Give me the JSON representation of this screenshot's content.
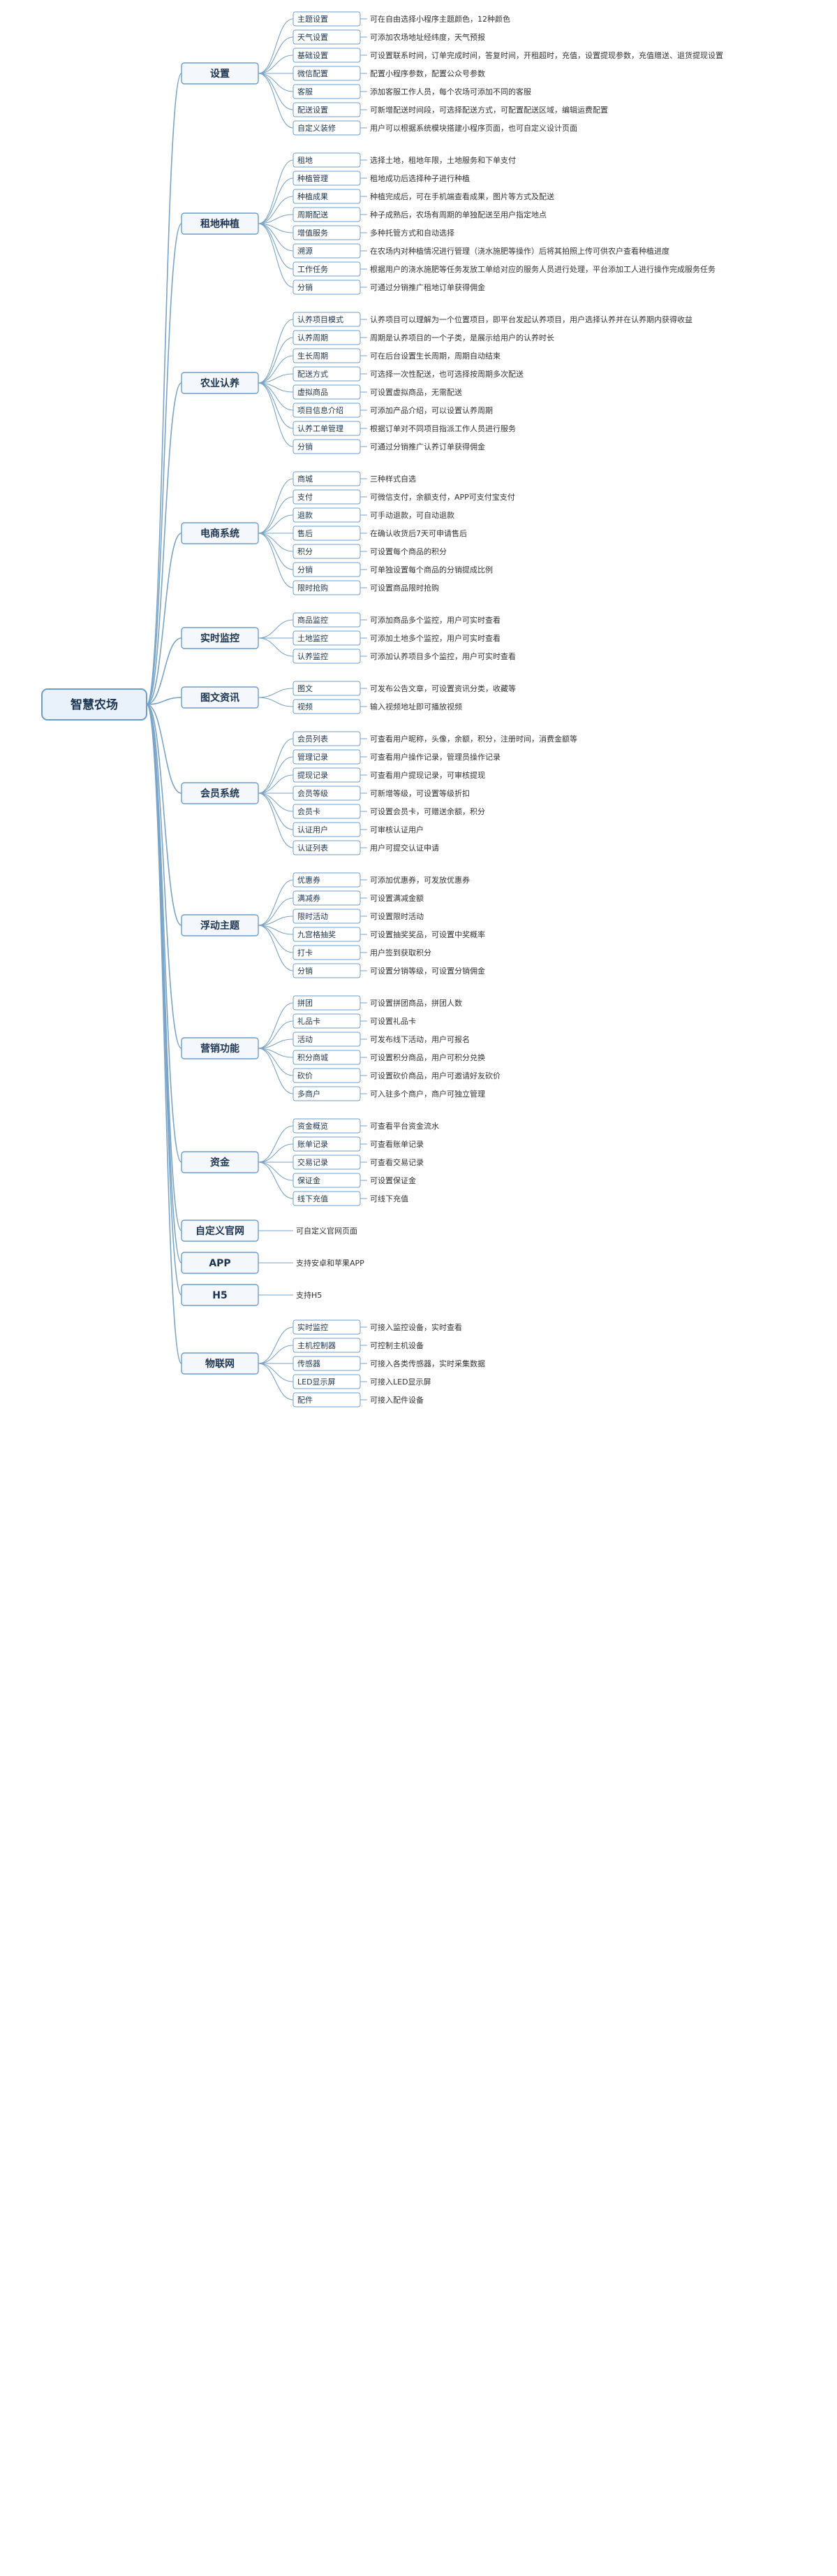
{
  "mindmap": {
    "root": "智慧农场",
    "branches": [
      {
        "label": "设置",
        "items": [
          {
            "label": "主题设置",
            "desc": "可在自由选择小程序主题颜色，12种颜色"
          },
          {
            "label": "天气设置",
            "desc": "可添加农场地址经纬度，天气预报"
          },
          {
            "label": "基础设置",
            "desc": "可设置联系时间，订单完成时间，答复时间，开租超时，充值，设置提现参数，充值赠送、退货提现设置"
          },
          {
            "label": "微信配置",
            "desc": "配置小程序参数，配置公众号参数"
          },
          {
            "label": "客服",
            "desc": "添加客服工作人员，每个农场可添加不同的客服"
          },
          {
            "label": "配送设置",
            "desc": "可新增配送时间段，可选择配送方式，可配置配送区域，编辑运费配置"
          },
          {
            "label": "自定义装修",
            "desc": "用户可以根据系统模块搭建小程序页面，也可自定义设计页面"
          }
        ]
      },
      {
        "label": "租地种植",
        "items": [
          {
            "label": "租地",
            "desc": "选择土地，租地年限，土地服务和下单支付"
          },
          {
            "label": "种植管理",
            "desc": "租地成功后选择种子进行种植"
          },
          {
            "label": "种植成果",
            "desc": "种植完成后，可在手机端查看成果，图片等方式及配送"
          },
          {
            "label": "周期配送",
            "desc": "种子成熟后，农场有周期的单独配送至用户指定地点"
          },
          {
            "label": "增值服务",
            "desc": "多种托管方式和自动选择"
          },
          {
            "label": "溯源",
            "desc": "在农场内对种植情况进行管理（浇水施肥等操作）后将其拍照上传可供农户查看种植进度"
          },
          {
            "label": "工作任务",
            "desc": "根据用户的浇水施肥等任务发放工单给对应的服务人员进行处理，平台添加工人进行操作完成服务任务"
          },
          {
            "label": "分销",
            "desc": "可通过分销推广租地订单获得佣金"
          }
        ]
      },
      {
        "label": "农业认养",
        "items": [
          {
            "label": "认养项目模式",
            "desc": "认养项目可以理解为一个位置项目，即平台发起认养项目，用户选择认养并在认养期内获得收益"
          },
          {
            "label": "认养周期",
            "desc": "周期是认养项目的一个子类，是展示给用户的认养时长"
          },
          {
            "label": "生长周期",
            "desc": "可在后台设置生长周期，周期自动结束"
          },
          {
            "label": "配送方式",
            "desc": "可选择一次性配送，也可选择按周期多次配送"
          },
          {
            "label": "虚拟商品",
            "desc": "可设置虚拟商品，无需配送"
          },
          {
            "label": "项目信息介绍",
            "desc": "可添加产品介绍，可以设置认养周期"
          },
          {
            "label": "认养工单管理",
            "desc": "根据订单对不同项目指派工作人员进行服务"
          },
          {
            "label": "分销",
            "desc": "可通过分销推广认养订单获得佣金"
          }
        ]
      },
      {
        "label": "电商系统",
        "items": [
          {
            "label": "商城",
            "desc": "三种样式自选"
          },
          {
            "label": "支付",
            "desc": "可微信支付，余额支付，APP可支付宝支付"
          },
          {
            "label": "退款",
            "desc": "可手动退款，可自动退款"
          },
          {
            "label": "售后",
            "desc": "在确认收货后7天可申请售后"
          },
          {
            "label": "积分",
            "desc": "可设置每个商品的积分"
          },
          {
            "label": "分销",
            "desc": "可单独设置每个商品的分销提成比例"
          },
          {
            "label": "限时抢购",
            "desc": "可设置商品限时抢购"
          }
        ]
      },
      {
        "label": "实时监控",
        "items": [
          {
            "label": "商品监控",
            "desc": "可添加商品多个监控，用户可实时查看"
          },
          {
            "label": "土地监控",
            "desc": "可添加土地多个监控，用户可实时查看"
          },
          {
            "label": "认养监控",
            "desc": "可添加认养项目多个监控，用户可实时查看"
          }
        ]
      },
      {
        "label": "图文资讯",
        "items": [
          {
            "label": "图文",
            "desc": "可发布公告文章，可设置资讯分类，收藏等"
          },
          {
            "label": "视频",
            "desc": "输入视频地址即可播放视频"
          }
        ]
      },
      {
        "label": "会员系统",
        "items": [
          {
            "label": "会员列表",
            "desc": "可查看用户昵称，头像，余额，积分，注册时间，消费金额等"
          },
          {
            "label": "管理记录",
            "desc": "可查看用户操作记录，管理员操作记录"
          },
          {
            "label": "提现记录",
            "desc": "可查看用户提现记录，可审核提现"
          },
          {
            "label": "会员等级",
            "desc": "可新增等级，可设置等级折扣"
          },
          {
            "label": "会员卡",
            "desc": "可设置会员卡，可赠送余额，积分"
          },
          {
            "label": "认证用户",
            "desc": "可审核认证用户"
          },
          {
            "label": "认证列表",
            "desc": "用户可提交认证申请"
          }
        ]
      },
      {
        "label": "浮动主题",
        "items": [
          {
            "label": "优惠券",
            "desc": "可添加优惠券，可发放优惠券"
          },
          {
            "label": "满减券",
            "desc": "可设置满减金额"
          },
          {
            "label": "限时活动",
            "desc": "可设置限时活动"
          },
          {
            "label": "九宫格抽奖",
            "desc": "可设置抽奖奖品，可设置中奖概率"
          },
          {
            "label": "打卡",
            "desc": "用户签到获取积分"
          },
          {
            "label": "分销",
            "desc": "可设置分销等级，可设置分销佣金"
          }
        ]
      },
      {
        "label": "营销功能",
        "items": [
          {
            "label": "拼团",
            "desc": "可设置拼团商品，拼团人数"
          },
          {
            "label": "礼品卡",
            "desc": "可设置礼品卡"
          },
          {
            "label": "活动",
            "desc": "可发布线下活动，用户可报名"
          },
          {
            "label": "积分商城",
            "desc": "可设置积分商品，用户可积分兑换"
          },
          {
            "label": "砍价",
            "desc": "可设置砍价商品，用户可邀请好友砍价"
          },
          {
            "label": "多商户",
            "desc": "可入驻多个商户，商户可独立管理"
          }
        ]
      },
      {
        "label": "资金",
        "items": [
          {
            "label": "资金概览",
            "desc": "可查看平台资金流水"
          },
          {
            "label": "账单记录",
            "desc": "可查看账单记录"
          },
          {
            "label": "交易记录",
            "desc": "可查看交易记录"
          },
          {
            "label": "保证金",
            "desc": "可设置保证金"
          },
          {
            "label": "线下充值",
            "desc": "可线下充值"
          }
        ]
      },
      {
        "label": "自定义官网",
        "items": [
          {
            "label": "",
            "desc": "可自定义官网页面"
          }
        ]
      },
      {
        "label": "APP",
        "items": [
          {
            "label": "",
            "desc": "支持安卓和苹果APP"
          }
        ]
      },
      {
        "label": "H5",
        "items": [
          {
            "label": "",
            "desc": "支持H5"
          }
        ]
      },
      {
        "label": "物联网",
        "items": [
          {
            "label": "实时监控",
            "desc": "可接入监控设备，实时查看"
          },
          {
            "label": "主机控制器",
            "desc": "可控制主机设备"
          },
          {
            "label": "传感器",
            "desc": "可接入各类传感器，实时采集数据"
          },
          {
            "label": "LED显示屏",
            "desc": "可接入LED显示屏"
          },
          {
            "label": "配件",
            "desc": "可接入配件设备"
          }
        ]
      }
    ]
  }
}
